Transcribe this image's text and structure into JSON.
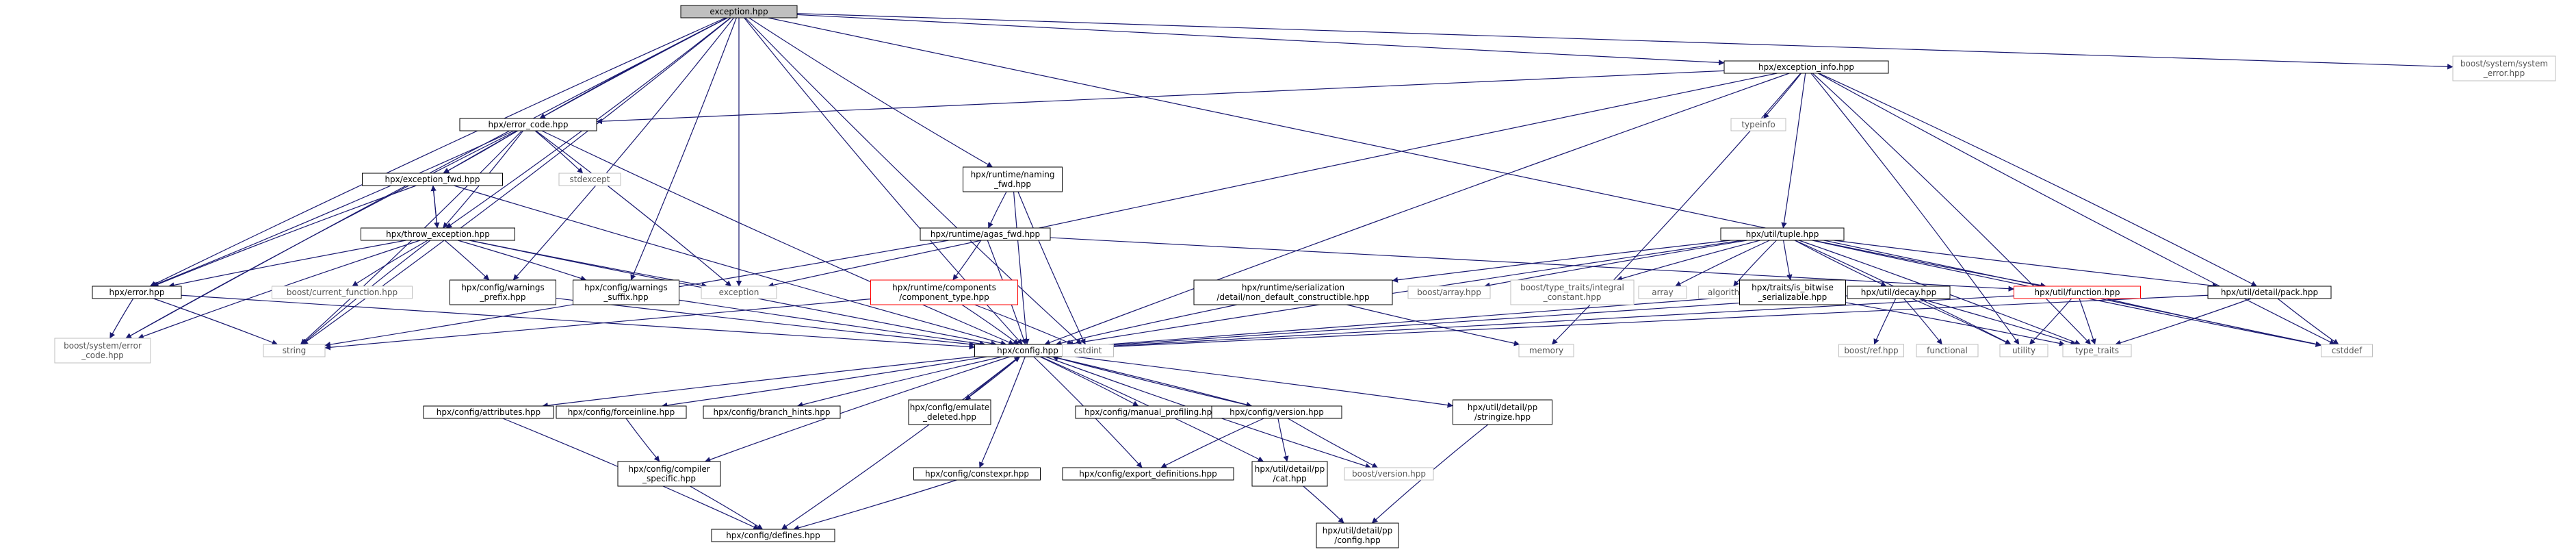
{
  "colors": {
    "root_fill": "#bfbfbf",
    "node_border": "#000000",
    "external_border": "#bfbfbf",
    "incomplete_border": "#ff0000",
    "edge": "#191970",
    "background": "#ffffff"
  },
  "nodes": [
    {
      "id": "root",
      "kind": "root",
      "lines": [
        "exception.hpp"
      ]
    },
    {
      "id": "exinfo",
      "kind": "normal",
      "lines": [
        "hpx/exception_info.hpp"
      ]
    },
    {
      "id": "syserr",
      "kind": "external",
      "lines": [
        "boost/system/system",
        "_error.hpp"
      ]
    },
    {
      "id": "errcode",
      "kind": "normal",
      "lines": [
        "hpx/error_code.hpp"
      ]
    },
    {
      "id": "typeinfo",
      "kind": "external",
      "lines": [
        "typeinfo"
      ]
    },
    {
      "id": "stdexcept",
      "kind": "external",
      "lines": [
        "stdexcept"
      ]
    },
    {
      "id": "excfwd",
      "kind": "normal",
      "lines": [
        "hpx/exception_fwd.hpp"
      ]
    },
    {
      "id": "naming",
      "kind": "normal",
      "lines": [
        "hpx/runtime/naming",
        "_fwd.hpp"
      ]
    },
    {
      "id": "throwexc",
      "kind": "normal",
      "lines": [
        "hpx/throw_exception.hpp"
      ]
    },
    {
      "id": "agas",
      "kind": "normal",
      "lines": [
        "hpx/runtime/agas_fwd.hpp"
      ]
    },
    {
      "id": "tuple",
      "kind": "normal",
      "lines": [
        "hpx/util/tuple.hpp"
      ]
    },
    {
      "id": "error",
      "kind": "normal",
      "lines": [
        "hpx/error.hpp"
      ]
    },
    {
      "id": "curfn",
      "kind": "external",
      "lines": [
        "boost/current_function.hpp"
      ]
    },
    {
      "id": "warnpre",
      "kind": "normal",
      "lines": [
        "hpx/config/warnings",
        "_prefix.hpp"
      ]
    },
    {
      "id": "warnsuf",
      "kind": "normal",
      "lines": [
        "hpx/config/warnings",
        "_suffix.hpp"
      ]
    },
    {
      "id": "exception",
      "kind": "external",
      "lines": [
        "exception"
      ]
    },
    {
      "id": "comptype",
      "kind": "incomplete",
      "lines": [
        "hpx/runtime/components",
        "/component_type.hpp"
      ]
    },
    {
      "id": "nondef",
      "kind": "normal",
      "lines": [
        "hpx/runtime/serialization",
        "/detail/non_default_constructible.hpp"
      ]
    },
    {
      "id": "barray",
      "kind": "external",
      "lines": [
        "boost/array.hpp"
      ]
    },
    {
      "id": "btype",
      "kind": "external",
      "lines": [
        "boost/type_traits/integral",
        "_constant.hpp"
      ]
    },
    {
      "id": "array",
      "kind": "external",
      "lines": [
        "array"
      ]
    },
    {
      "id": "algorithm",
      "kind": "external",
      "lines": [
        "algorithm"
      ]
    },
    {
      "id": "isbitwise",
      "kind": "normal",
      "lines": [
        "hpx/traits/is_bitwise",
        "_serializable.hpp"
      ]
    },
    {
      "id": "decay",
      "kind": "normal",
      "lines": [
        "hpx/util/decay.hpp"
      ]
    },
    {
      "id": "function",
      "kind": "incomplete",
      "lines": [
        "hpx/util/function.hpp"
      ]
    },
    {
      "id": "pack",
      "kind": "normal",
      "lines": [
        "hpx/util/detail/pack.hpp"
      ]
    },
    {
      "id": "boosterr",
      "kind": "external",
      "lines": [
        "boost/system/error",
        "_code.hpp"
      ]
    },
    {
      "id": "string",
      "kind": "external",
      "lines": [
        "string"
      ]
    },
    {
      "id": "config",
      "kind": "normal",
      "lines": [
        "hpx/config.hpp"
      ]
    },
    {
      "id": "cstdint",
      "kind": "external",
      "lines": [
        "cstdint"
      ]
    },
    {
      "id": "memory",
      "kind": "external",
      "lines": [
        "memory"
      ]
    },
    {
      "id": "boostref",
      "kind": "external",
      "lines": [
        "boost/ref.hpp"
      ]
    },
    {
      "id": "functional",
      "kind": "external",
      "lines": [
        "functional"
      ]
    },
    {
      "id": "utility",
      "kind": "external",
      "lines": [
        "utility"
      ]
    },
    {
      "id": "typetraits",
      "kind": "external",
      "lines": [
        "type_traits"
      ]
    },
    {
      "id": "cstddef",
      "kind": "external",
      "lines": [
        "cstddef"
      ]
    },
    {
      "id": "attributes",
      "kind": "normal",
      "lines": [
        "hpx/config/attributes.hpp"
      ]
    },
    {
      "id": "forceinline",
      "kind": "normal",
      "lines": [
        "hpx/config/forceinline.hpp"
      ]
    },
    {
      "id": "branch",
      "kind": "normal",
      "lines": [
        "hpx/config/branch_hints.hpp"
      ]
    },
    {
      "id": "emulate",
      "kind": "normal",
      "lines": [
        "hpx/config/emulate",
        "_deleted.hpp"
      ]
    },
    {
      "id": "manual",
      "kind": "normal",
      "lines": [
        "hpx/config/manual_profiling.hpp"
      ]
    },
    {
      "id": "version",
      "kind": "normal",
      "lines": [
        "hpx/config/version.hpp"
      ]
    },
    {
      "id": "stringize",
      "kind": "normal",
      "lines": [
        "hpx/util/detail/pp",
        "/stringize.hpp"
      ]
    },
    {
      "id": "compiler",
      "kind": "normal",
      "lines": [
        "hpx/config/compiler",
        "_specific.hpp"
      ]
    },
    {
      "id": "constexpr",
      "kind": "normal",
      "lines": [
        "hpx/config/constexpr.hpp"
      ]
    },
    {
      "id": "exportdef",
      "kind": "normal",
      "lines": [
        "hpx/config/export_definitions.hpp"
      ]
    },
    {
      "id": "ppcat",
      "kind": "normal",
      "lines": [
        "hpx/util/detail/pp",
        "/cat.hpp"
      ]
    },
    {
      "id": "boostver",
      "kind": "external",
      "lines": [
        "boost/version.hpp"
      ]
    },
    {
      "id": "defines",
      "kind": "normal",
      "lines": [
        "hpx/config/defines.hpp"
      ]
    },
    {
      "id": "ppconfig",
      "kind": "normal",
      "lines": [
        "hpx/util/detail/pp",
        "/config.hpp"
      ]
    }
  ],
  "edges": [
    [
      "root",
      "exinfo"
    ],
    [
      "root",
      "syserr"
    ],
    [
      "root",
      "errcode"
    ],
    [
      "root",
      "excfwd"
    ],
    [
      "root",
      "throwexc"
    ],
    [
      "root",
      "naming"
    ],
    [
      "root",
      "error"
    ],
    [
      "root",
      "warnpre"
    ],
    [
      "root",
      "warnsuf"
    ],
    [
      "root",
      "exception"
    ],
    [
      "root",
      "config"
    ],
    [
      "root",
      "cstdint"
    ],
    [
      "root",
      "cstddef"
    ],
    [
      "root",
      "string"
    ],
    [
      "root",
      "boosterr"
    ],
    [
      "exinfo",
      "errcode"
    ],
    [
      "exinfo",
      "typeinfo"
    ],
    [
      "exinfo",
      "tuple"
    ],
    [
      "exinfo",
      "exception"
    ],
    [
      "exinfo",
      "config"
    ],
    [
      "exinfo",
      "memory"
    ],
    [
      "exinfo",
      "utility"
    ],
    [
      "exinfo",
      "typetraits"
    ],
    [
      "exinfo",
      "cstddef"
    ],
    [
      "exinfo",
      "pack"
    ],
    [
      "errcode",
      "stdexcept"
    ],
    [
      "errcode",
      "excfwd"
    ],
    [
      "errcode",
      "throwexc"
    ],
    [
      "errcode",
      "error"
    ],
    [
      "errcode",
      "boosterr"
    ],
    [
      "errcode",
      "string"
    ],
    [
      "errcode",
      "exception"
    ],
    [
      "errcode",
      "config"
    ],
    [
      "excfwd",
      "throwexc"
    ],
    [
      "excfwd",
      "error"
    ],
    [
      "excfwd",
      "config"
    ],
    [
      "throwexc",
      "excfwd"
    ],
    [
      "throwexc",
      "error"
    ],
    [
      "throwexc",
      "curfn"
    ],
    [
      "throwexc",
      "warnpre"
    ],
    [
      "throwexc",
      "warnsuf"
    ],
    [
      "throwexc",
      "exception"
    ],
    [
      "throwexc",
      "string"
    ],
    [
      "throwexc",
      "boosterr"
    ],
    [
      "throwexc",
      "config"
    ],
    [
      "naming",
      "agas"
    ],
    [
      "naming",
      "config"
    ],
    [
      "naming",
      "cstdint"
    ],
    [
      "agas",
      "comptype"
    ],
    [
      "agas",
      "config"
    ],
    [
      "agas",
      "string"
    ],
    [
      "agas",
      "function"
    ],
    [
      "comptype",
      "config"
    ],
    [
      "comptype",
      "string"
    ],
    [
      "comptype",
      "cstdint"
    ],
    [
      "error",
      "boosterr"
    ],
    [
      "error",
      "string"
    ],
    [
      "error",
      "config"
    ],
    [
      "warnpre",
      "config"
    ],
    [
      "warnsuf",
      "config"
    ],
    [
      "tuple",
      "config"
    ],
    [
      "tuple",
      "nondef"
    ],
    [
      "tuple",
      "barray"
    ],
    [
      "tuple",
      "btype"
    ],
    [
      "tuple",
      "array"
    ],
    [
      "tuple",
      "algorithm"
    ],
    [
      "tuple",
      "isbitwise"
    ],
    [
      "tuple",
      "decay"
    ],
    [
      "tuple",
      "function"
    ],
    [
      "tuple",
      "pack"
    ],
    [
      "tuple",
      "utility"
    ],
    [
      "tuple",
      "typetraits"
    ],
    [
      "tuple",
      "cstddef"
    ],
    [
      "nondef",
      "config"
    ],
    [
      "nondef",
      "memory"
    ],
    [
      "isbitwise",
      "config"
    ],
    [
      "isbitwise",
      "typetraits"
    ],
    [
      "decay",
      "config"
    ],
    [
      "decay",
      "boostref"
    ],
    [
      "decay",
      "functional"
    ],
    [
      "decay",
      "utility"
    ],
    [
      "decay",
      "typetraits"
    ],
    [
      "function",
      "config"
    ],
    [
      "function",
      "utility"
    ],
    [
      "function",
      "typetraits"
    ],
    [
      "function",
      "cstddef"
    ],
    [
      "pack",
      "config"
    ],
    [
      "pack",
      "typetraits"
    ],
    [
      "pack",
      "cstddef"
    ],
    [
      "config",
      "attributes"
    ],
    [
      "config",
      "forceinline"
    ],
    [
      "config",
      "branch"
    ],
    [
      "config",
      "emulate"
    ],
    [
      "config",
      "manual"
    ],
    [
      "config",
      "version"
    ],
    [
      "config",
      "stringize"
    ],
    [
      "config",
      "compiler"
    ],
    [
      "config",
      "constexpr"
    ],
    [
      "config",
      "exportdef"
    ],
    [
      "config",
      "ppcat"
    ],
    [
      "config",
      "boostver"
    ],
    [
      "config",
      "defines"
    ],
    [
      "emulate",
      "config"
    ],
    [
      "version",
      "config"
    ],
    [
      "attributes",
      "defines"
    ],
    [
      "forceinline",
      "compiler"
    ],
    [
      "compiler",
      "defines"
    ],
    [
      "constexpr",
      "defines"
    ],
    [
      "version",
      "exportdef"
    ],
    [
      "version",
      "ppcat"
    ],
    [
      "version",
      "boostver"
    ],
    [
      "ppcat",
      "ppconfig"
    ],
    [
      "stringize",
      "ppconfig"
    ]
  ]
}
